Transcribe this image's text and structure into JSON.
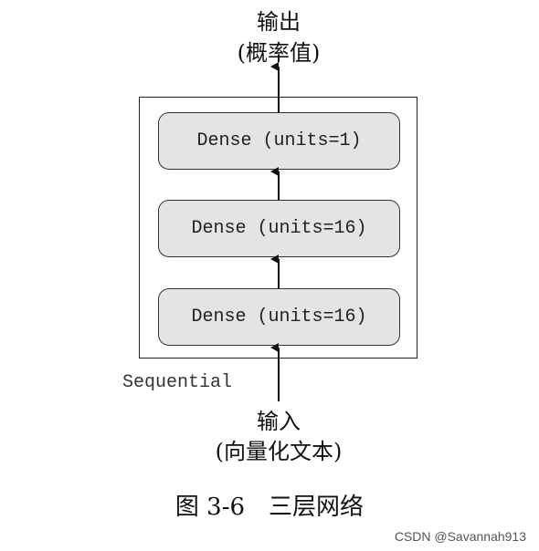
{
  "diagram": {
    "output": {
      "label": "输出",
      "sublabel": "(概率值)"
    },
    "container_label": "Sequential",
    "layers": [
      {
        "label": "Dense (units=1)"
      },
      {
        "label": "Dense (units=16)"
      },
      {
        "label": "Dense (units=16)"
      }
    ],
    "input": {
      "label": "输入",
      "sublabel": "(向量化文本)"
    },
    "caption": "图 3-6　三层网络"
  },
  "watermark": "CSDN @Savannah913",
  "colors": {
    "layer_fill": "#e4e4e4",
    "stroke": "#222222"
  }
}
